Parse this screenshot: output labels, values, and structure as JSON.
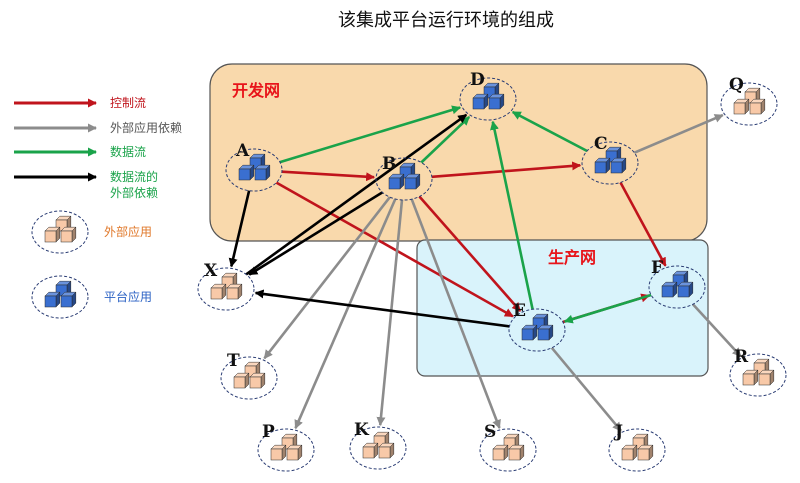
{
  "title": "该集成平台运行环境的组成",
  "colors": {
    "control": "#c0141c",
    "external": "#8c8c8c",
    "dataflow": "#1aa34a",
    "dataflow_external": "#000000",
    "zone_dev_fill": "#f9d9ac",
    "zone_prod_fill": "#d9f3fb",
    "zone_label": "#e8141a",
    "legend_orange": "#e0782a",
    "legend_blue": "#2b62c4",
    "cube_blue": "#3a6fd0",
    "cube_orange": "#f8c9a8"
  },
  "legend": {
    "control_flow": "控制流",
    "external_dependency": "外部应用依赖",
    "data_flow": "数据流",
    "data_flow_external_line1": "数据流的",
    "data_flow_external_line2": "外部依赖",
    "external_app": "外部应用",
    "platform_app": "平台应用"
  },
  "zones": {
    "dev": "开发网",
    "prod": "生产网"
  },
  "nodes": [
    {
      "id": "A",
      "label": "A",
      "kind": "platform"
    },
    {
      "id": "B",
      "label": "B",
      "kind": "platform"
    },
    {
      "id": "C",
      "label": "C",
      "kind": "platform"
    },
    {
      "id": "D",
      "label": "D",
      "kind": "platform"
    },
    {
      "id": "E",
      "label": "E",
      "kind": "platform"
    },
    {
      "id": "F",
      "label": "F",
      "kind": "platform"
    },
    {
      "id": "X",
      "label": "X",
      "kind": "external"
    },
    {
      "id": "Q",
      "label": "Q",
      "kind": "external"
    },
    {
      "id": "T",
      "label": "T",
      "kind": "external"
    },
    {
      "id": "P",
      "label": "P",
      "kind": "external"
    },
    {
      "id": "K",
      "label": "K",
      "kind": "external"
    },
    {
      "id": "S",
      "label": "S",
      "kind": "external"
    },
    {
      "id": "J",
      "label": "J",
      "kind": "external"
    },
    {
      "id": "R",
      "label": "R",
      "kind": "external"
    }
  ],
  "edges": [
    {
      "from": "A",
      "to": "B",
      "type": "control"
    },
    {
      "from": "A",
      "to": "E",
      "type": "control"
    },
    {
      "from": "B",
      "to": "C",
      "type": "control"
    },
    {
      "from": "B",
      "to": "E",
      "type": "control"
    },
    {
      "from": "C",
      "to": "F",
      "type": "control"
    },
    {
      "from": "E",
      "to": "F",
      "type": "control"
    },
    {
      "from": "A",
      "to": "D",
      "type": "dataflow"
    },
    {
      "from": "B",
      "to": "D",
      "type": "dataflow"
    },
    {
      "from": "C",
      "to": "D",
      "type": "dataflow"
    },
    {
      "from": "E",
      "to": "D",
      "type": "dataflow"
    },
    {
      "from": "F",
      "to": "E",
      "type": "dataflow"
    },
    {
      "from": "C",
      "to": "Q",
      "type": "external"
    },
    {
      "from": "B",
      "to": "T",
      "type": "external"
    },
    {
      "from": "B",
      "to": "P",
      "type": "external"
    },
    {
      "from": "B",
      "to": "K",
      "type": "external"
    },
    {
      "from": "B",
      "to": "S",
      "type": "external"
    },
    {
      "from": "E",
      "to": "J",
      "type": "external"
    },
    {
      "from": "F",
      "to": "R",
      "type": "external"
    },
    {
      "from": "A",
      "to": "X",
      "type": "dataflow_external"
    },
    {
      "from": "X",
      "to": "D",
      "type": "dataflow_external"
    },
    {
      "from": "B",
      "to": "X",
      "type": "dataflow_external"
    },
    {
      "from": "E",
      "to": "X",
      "type": "dataflow_external"
    }
  ]
}
